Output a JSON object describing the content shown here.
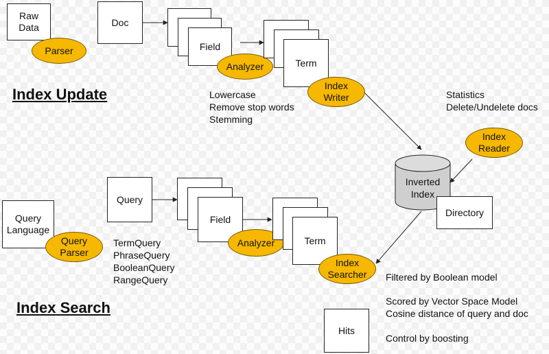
{
  "update": {
    "title": "Index Update",
    "raw_data": "Raw\nData",
    "parser": "Parser",
    "doc": "Doc",
    "field": "Field",
    "analyzer": "Analyzer",
    "term": "Term",
    "index_writer": "Index\nWriter",
    "analyzer_notes": "Lowercase\nRemove stop words\nStemming"
  },
  "store": {
    "notes": "Statistics\nDelete/Undelete docs",
    "index_reader": "Index\nReader",
    "inverted_index": "Inverted\nIndex",
    "directory": "Directory"
  },
  "search": {
    "title": "Index Search",
    "query_language": "Query\nLanguage",
    "query_parser": "Query\nParser",
    "query": "Query",
    "query_types": "TermQuery\nPhraseQuery\nBooleanQuery\nRangeQuery",
    "field": "Field",
    "analyzer": "Analyzer",
    "term": "Term",
    "index_searcher": "Index\nSearcher",
    "hits": "Hits",
    "notes_1": "Filtered by Boolean model",
    "notes_2": "Scored by Vector Space Model\nCosine distance of query and doc",
    "notes_3": "Control by boosting"
  },
  "colors": {
    "ellipse": "#f6b800",
    "stroke": "#222222"
  }
}
